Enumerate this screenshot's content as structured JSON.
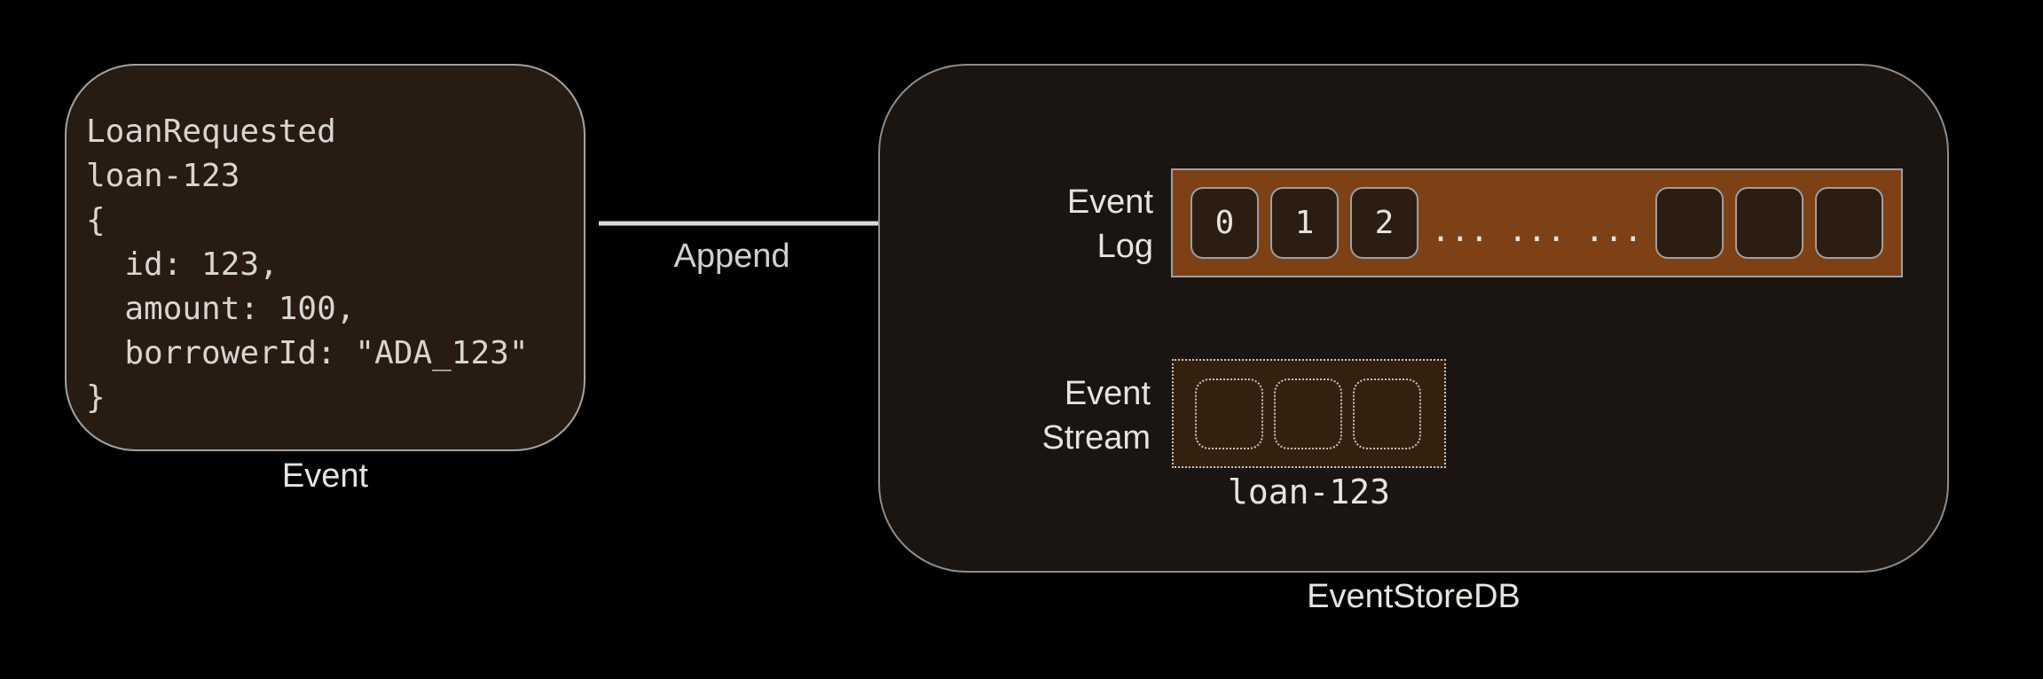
{
  "colors": {
    "bg": "#000000",
    "card_fill": "#281b12",
    "card_border": "#a3a3a3",
    "container_fill": "#1b1511",
    "container_border": "#8d8d8d",
    "log_bar_fill": "#7e4115",
    "cell_fill": "#2b1d12",
    "cell_border": "#9f9f9f",
    "stream_fill": "#34200f",
    "dotted_border": "#c9c6c2",
    "arrow": "#dcdad7",
    "text_bright": "#e6e3e0",
    "text_code": "#d8d5d1",
    "text_dim": "#d2d0cd"
  },
  "event_card": {
    "code_lines": [
      "LoanRequested",
      "loan-123",
      "{",
      "  id: 123,",
      "  amount: 100,",
      "  borrowerId: \"ADA_123\"",
      "}"
    ],
    "label": "Event"
  },
  "append_arrow": {
    "label": "Append"
  },
  "eventstore": {
    "label": "EventStoreDB",
    "event_log": {
      "label_line1": "Event",
      "label_line2": "Log",
      "cells": [
        "0",
        "1",
        "2"
      ],
      "ellipsis": "... ... ...",
      "empty_cell_count": 3
    },
    "event_stream": {
      "label_line1": "Event",
      "label_line2": "Stream",
      "stream_name": "loan-123",
      "empty_cell_count": 3
    }
  }
}
